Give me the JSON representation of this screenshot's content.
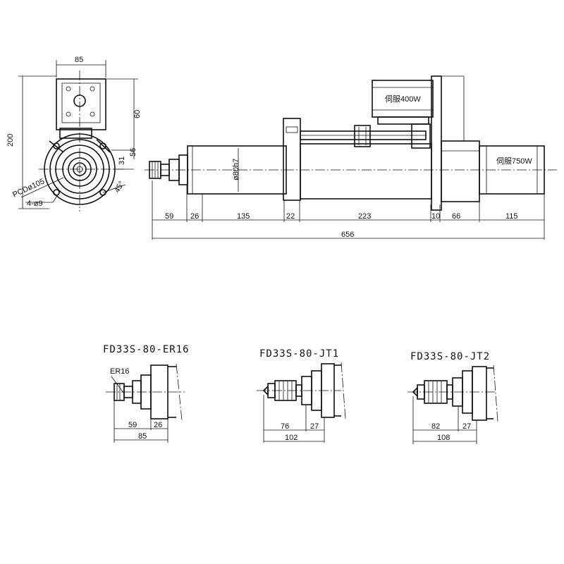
{
  "main_view": {
    "motor_top_label": "伺服400W",
    "motor_right_label": "伺服750W",
    "diameter_label": "ø80h7",
    "dims": {
      "d59": "59",
      "d26": "26",
      "d135": "135",
      "d22": "22",
      "d223": "223",
      "d10": "10",
      "d66": "66",
      "d115": "115",
      "total": "656"
    }
  },
  "side_view": {
    "width": "85",
    "height": "200",
    "d60": "60",
    "d56": "56",
    "d31": "31",
    "angle": "45°",
    "pcd": "PCDø105",
    "holes": "4-ø9"
  },
  "variants": [
    {
      "title": "FD33S-80-ER16",
      "collet": "ER16",
      "d1": "59",
      "d2": "26",
      "total": "85"
    },
    {
      "title": "FD33S-80-JT1",
      "d1": "76",
      "d2": "27",
      "total": "102"
    },
    {
      "title": "FD33S-80-JT2",
      "d1": "82",
      "d2": "27",
      "total": "108"
    }
  ]
}
